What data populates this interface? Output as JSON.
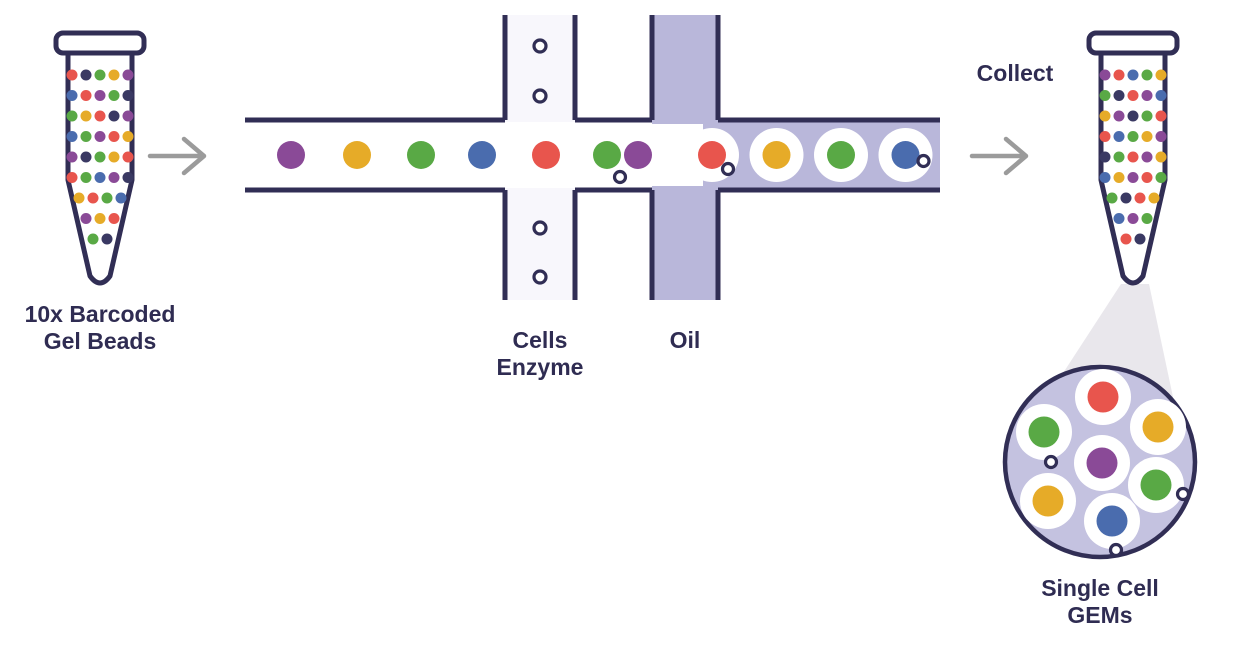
{
  "colors": {
    "outline": "#312e55",
    "text": "#2f2c52",
    "arrow": "#9b9b9b",
    "red": "#e8554d",
    "yellow": "#e6ab28",
    "green": "#59a945",
    "blue": "#4a6cae",
    "purple": "#8a4a97",
    "navy": "#3a3963",
    "lavender": "#b9b7da",
    "magnifier": "#c4c2e0",
    "cone": "#e9e7ec",
    "channel_bg": "#f8f7fc",
    "droplet": "#ffffff"
  },
  "labels": {
    "left_tube": [
      "10x Barcoded",
      "Gel Beads"
    ],
    "cells": [
      "Cells",
      "Enzyme"
    ],
    "oil": "Oil",
    "collect": "Collect",
    "gems": [
      "Single Cell",
      "GEMs"
    ]
  },
  "left_tube": {
    "dots": [
      "red",
      "navy",
      "green",
      "yellow",
      "purple",
      "blue",
      "red",
      "purple",
      "green",
      "navy",
      "green",
      "yellow",
      "red",
      "navy",
      "purple",
      "blue",
      "green",
      "purple",
      "red",
      "yellow",
      "purple",
      "navy",
      "green",
      "yellow",
      "red",
      "red",
      "green",
      "blue",
      "purple",
      "navy",
      "yellow",
      "red",
      "green",
      "blue",
      "purple",
      "yellow",
      "red",
      "green",
      "navy"
    ]
  },
  "right_tube": {
    "dots": [
      "purple",
      "red",
      "blue",
      "green",
      "yellow",
      "green",
      "navy",
      "red",
      "purple",
      "blue",
      "yellow",
      "purple",
      "navy",
      "green",
      "red",
      "red",
      "blue",
      "green",
      "yellow",
      "purple",
      "navy",
      "green",
      "red",
      "purple",
      "yellow",
      "blue",
      "yellow",
      "purple",
      "red",
      "green",
      "green",
      "navy",
      "red",
      "yellow",
      "blue",
      "purple",
      "green",
      "red",
      "navy"
    ]
  },
  "channel": {
    "beads": [
      {
        "color": "purple",
        "cell": false
      },
      {
        "color": "yellow",
        "cell": false
      },
      {
        "color": "green",
        "cell": false
      },
      {
        "color": "blue",
        "cell": false
      },
      {
        "color": "red",
        "cell": false
      },
      {
        "color": "green",
        "cell": true
      },
      {
        "color": "purple",
        "cell": false
      }
    ],
    "droplets": [
      {
        "color": "red",
        "cell": true
      },
      {
        "color": "yellow",
        "cell": false
      },
      {
        "color": "green",
        "cell": false
      },
      {
        "color": "blue",
        "cell": true
      }
    ],
    "free_cell_count": 4
  },
  "magnifier": {
    "gems": [
      {
        "color": "red",
        "cell": false
      },
      {
        "color": "yellow",
        "cell": false
      },
      {
        "color": "green",
        "cell": true
      },
      {
        "color": "purple",
        "cell": false
      },
      {
        "color": "green",
        "cell": true
      },
      {
        "color": "yellow",
        "cell": false
      },
      {
        "color": "blue",
        "cell": true
      }
    ]
  }
}
